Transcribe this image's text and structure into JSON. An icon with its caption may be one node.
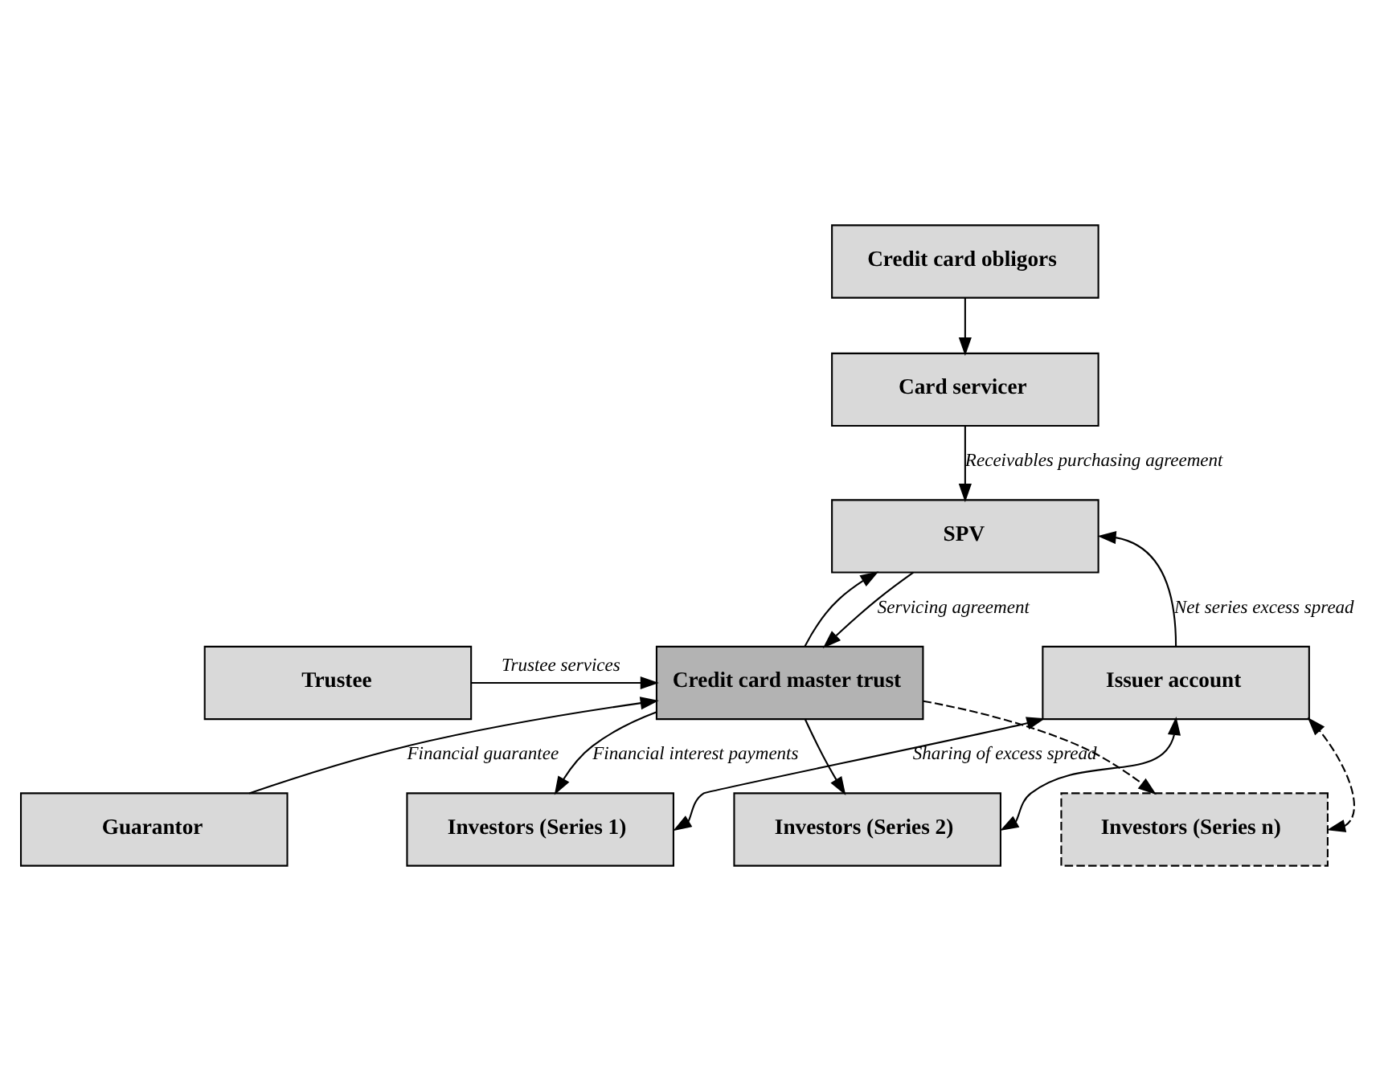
{
  "diagram": {
    "nodes": [
      {
        "text": [
          "Credit card obligors"
        ]
      },
      {
        "text": [
          "Card servicer"
        ]
      },
      {
        "text": [
          "SPV"
        ]
      },
      {
        "text": [
          "Trustee"
        ]
      },
      {
        "text": [
          "Credit card master trust"
        ]
      },
      {
        "text": [
          "Issuer account"
        ]
      },
      {
        "text": [
          "Guarantor"
        ]
      },
      {
        "text": [
          "Investors (Series 1)"
        ]
      },
      {
        "text": [
          "Investors (Series 2)"
        ]
      },
      {
        "text": [
          "Investors (Series n)"
        ]
      }
    ],
    "edges": [
      {
        "from": 0,
        "to": 1,
        "arrow": "to"
      },
      {
        "from": 1,
        "to": 2,
        "arrow": "to",
        "label": "Receivables purchasing agreement"
      },
      {
        "from": 5,
        "to": 2,
        "arrow": "to",
        "label": "Net series excess spread"
      },
      {
        "from": 2,
        "to": 4,
        "arrow": "to",
        "label": "Servicing agreement"
      },
      {
        "from": 4,
        "to": 2,
        "arrow": "to"
      },
      {
        "from": 3,
        "to": 4,
        "arrow": "to",
        "label": "Trustee services"
      },
      {
        "from": 6,
        "to": 4,
        "arrow": "to",
        "label": "Financial guarantee"
      },
      {
        "from": 4,
        "to": 7,
        "arrow": "to",
        "label": "Financial interest payments"
      },
      {
        "from": 4,
        "to": 8,
        "arrow": "to"
      },
      {
        "from": 4,
        "to": 9,
        "arrow": "to",
        "style": "dashed"
      },
      {
        "from": 7,
        "to": 5,
        "arrow": "both",
        "label": "Sharing of excess spread"
      },
      {
        "from": 8,
        "to": 5,
        "arrow": "both"
      },
      {
        "from": 9,
        "to": 5,
        "arrow": "both",
        "style": "dashed"
      }
    ]
  }
}
